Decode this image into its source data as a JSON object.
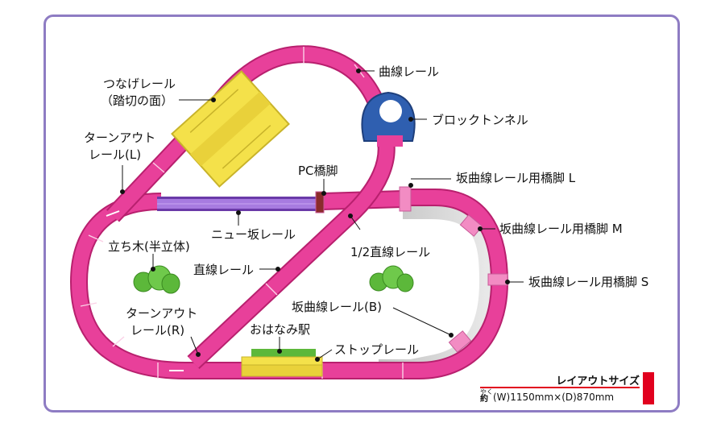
{
  "labels": {
    "curve_rail": "曲線レール",
    "joint_rail_1": "つなげレール",
    "joint_rail_2": "（踏切の面）",
    "block_tunnel": "ブロックトンネル",
    "turnout_l_1": "ターンアウト",
    "turnout_l_2": "レール(L)",
    "pc_pier": "PC橋脚",
    "slope_pier_l": "坂曲線レール用橋脚 L",
    "slope_pier_m": "坂曲線レール用橋脚 M",
    "slope_pier_s": "坂曲線レール用橋脚 S",
    "new_slope_rail": "ニュー坂レール",
    "half_straight": "1/2直線レール",
    "tree": "立ち木(半立体)",
    "straight_rail": "直線レール",
    "slope_curve_b": "坂曲線レール(B)",
    "turnout_r_1": "ターンアウト",
    "turnout_r_2": "レール(R)",
    "station": "おはなみ駅",
    "stop_rail": "ストップレール"
  },
  "size": {
    "title": "レイアウトサイズ",
    "ruby": "やく",
    "approx": "約",
    "value": "(W)1150mm×(D)870mm"
  },
  "colors": {
    "rail": "#e8409a",
    "rail_edge": "#b8206e",
    "slope": "#8a4fc9",
    "crossing": "#f4e14a",
    "tunnel": "#2f5fb0",
    "tree": "#5cb83a",
    "frame": "#8e7cc3",
    "accent": "#e1001e"
  }
}
